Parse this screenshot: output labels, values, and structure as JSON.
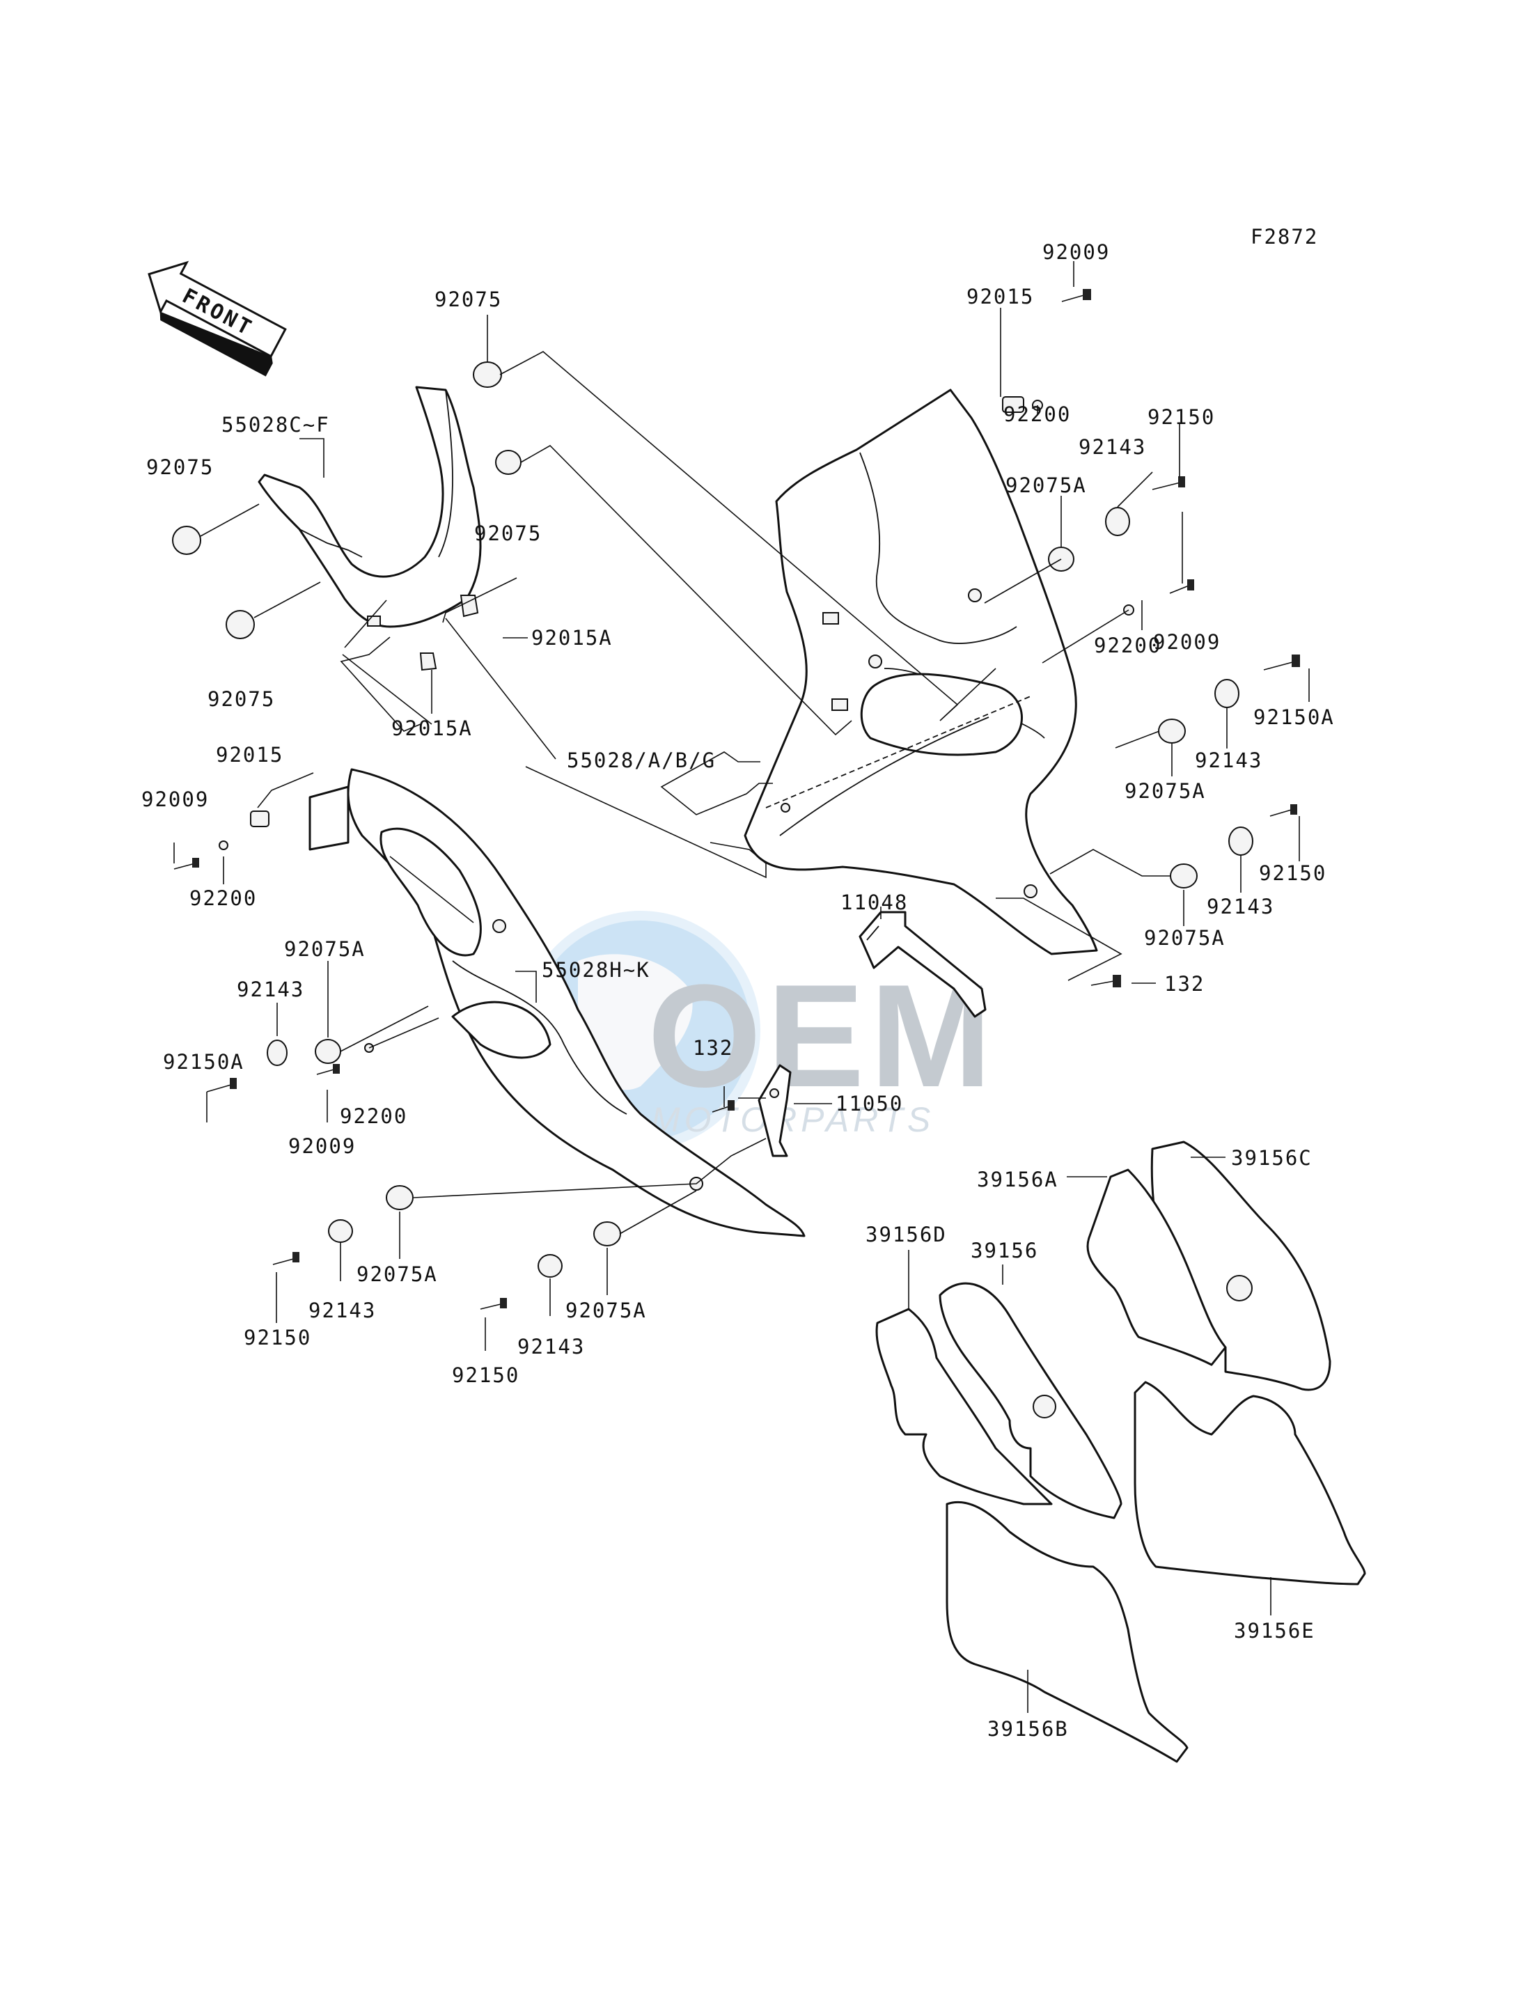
{
  "figure_code": "F2872",
  "direction_label": "FRONT",
  "watermark": {
    "brand": "OEM",
    "sub": "MOTORPARTS"
  },
  "labels": {
    "l_92009_tr": "92009",
    "l_92015_tr": "92015",
    "l_92075_top": "92075",
    "l_55028cf": "55028C~F",
    "l_92075_left": "92075",
    "l_92075_mid": "92075",
    "l_92075_bot": "92075",
    "l_92200_tr": "92200",
    "l_92150_tr": "92150",
    "l_92143_tr": "92143",
    "l_92075a_tr": "92075A",
    "l_92009_r": "92009",
    "l_92200_r": "92200",
    "l_92150a_r": "92150A",
    "l_92143_r": "92143",
    "l_92075a_r": "92075A",
    "l_92015a_r": "92015A",
    "l_92015a_l": "92015A",
    "l_55028abg": "55028/A/B/G",
    "l_92015_l": "92015",
    "l_92009_l": "92009",
    "l_92200_l": "92200",
    "l_92150_r2": "92150",
    "l_92143_r2": "92143",
    "l_92075a_r2": "92075A",
    "l_11048": "11048",
    "l_132_r": "132",
    "l_55028hk": "55028H~K",
    "l_92075a_l": "92075A",
    "l_92143_l": "92143",
    "l_92150a_l": "92150A",
    "l_92200_l2": "92200",
    "l_92009_l2": "92009",
    "l_132_c": "132",
    "l_11050": "11050",
    "l_92075a_b1": "92075A",
    "l_92143_b1": "92143",
    "l_92150_b1": "92150",
    "l_92075a_b2": "92075A",
    "l_92143_b2": "92143",
    "l_92150_b2": "92150",
    "l_39156a": "39156A",
    "l_39156c": "39156C",
    "l_39156d": "39156D",
    "l_39156": "39156",
    "l_39156e": "39156E",
    "l_39156b": "39156B"
  }
}
